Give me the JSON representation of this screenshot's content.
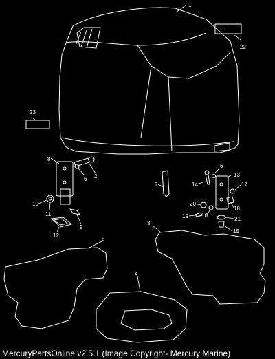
{
  "diagram": {
    "background": "#000000",
    "stroke": "#ffffff",
    "callouts": [
      "1",
      "2",
      "3",
      "4",
      "5",
      "6",
      "6",
      "7",
      "8",
      "9",
      "10",
      "11",
      "12",
      "13",
      "14",
      "15",
      "16",
      "17",
      "18",
      "19",
      "20",
      "21",
      "22",
      "23"
    ]
  },
  "footer": {
    "text": "MercuryPartsOnline v2.5.1 (Image Copyright- Mercury Marine)"
  }
}
